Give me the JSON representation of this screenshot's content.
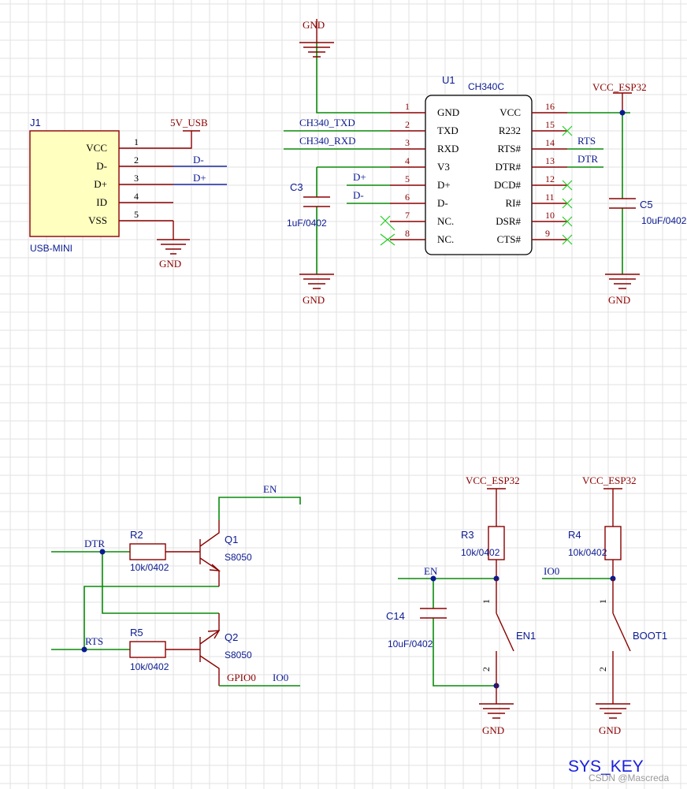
{
  "nets": {
    "gnd": "GND",
    "usb5v": "5V_USB",
    "vcc_esp32": "VCC_ESP32",
    "txd": "CH340_TXD",
    "rxd": "CH340_RXD",
    "dminus": "D-",
    "dplus": "D+",
    "rts": "RTS",
    "dtr": "DTR",
    "en": "EN",
    "io0": "IO0",
    "gpio0": "GPIO0"
  },
  "j1": {
    "designator": "J1",
    "comment": "USB-MINI",
    "pins": [
      {
        "num": "1",
        "name": "VCC"
      },
      {
        "num": "2",
        "name": "D-"
      },
      {
        "num": "3",
        "name": "D+"
      },
      {
        "num": "4",
        "name": "ID"
      },
      {
        "num": "5",
        "name": "VSS"
      }
    ]
  },
  "u1": {
    "designator": "U1",
    "comment": "CH340C",
    "left_pins": [
      {
        "num": "1",
        "name": "GND"
      },
      {
        "num": "2",
        "name": "TXD"
      },
      {
        "num": "3",
        "name": "RXD"
      },
      {
        "num": "4",
        "name": "V3"
      },
      {
        "num": "5",
        "name": "D+"
      },
      {
        "num": "6",
        "name": "D-"
      },
      {
        "num": "7",
        "name": "NC."
      },
      {
        "num": "8",
        "name": "NC."
      }
    ],
    "right_pins": [
      {
        "num": "16",
        "name": "VCC"
      },
      {
        "num": "15",
        "name": "R232"
      },
      {
        "num": "14",
        "name": "RTS#"
      },
      {
        "num": "13",
        "name": "DTR#"
      },
      {
        "num": "12",
        "name": "DCD#"
      },
      {
        "num": "11",
        "name": "RI#"
      },
      {
        "num": "10",
        "name": "DSR#"
      },
      {
        "num": "9",
        "name": "CTS#"
      }
    ]
  },
  "c3": {
    "designator": "C3",
    "value": "1uF/0402"
  },
  "c5": {
    "designator": "C5",
    "value": "10uF/0402"
  },
  "c14": {
    "designator": "C14",
    "value": "10uF/0402"
  },
  "r2": {
    "designator": "R2",
    "value": "10k/0402"
  },
  "r5": {
    "designator": "R5",
    "value": "10k/0402"
  },
  "r3": {
    "designator": "R3",
    "value": "10k/0402"
  },
  "r4": {
    "designator": "R4",
    "value": "10k/0402"
  },
  "q1": {
    "designator": "Q1",
    "value": "S8050"
  },
  "q2": {
    "designator": "Q2",
    "value": "S8050"
  },
  "en1": {
    "designator": "EN1",
    "pin1": "1",
    "pin2": "2"
  },
  "boot1": {
    "designator": "BOOT1",
    "pin1": "1",
    "pin2": "2"
  },
  "sheet_title": "SYS_KEY",
  "watermark": "CSDN @Mascreda"
}
